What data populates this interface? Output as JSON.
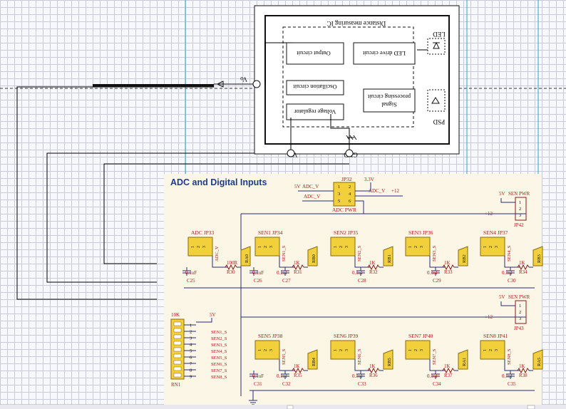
{
  "overlay_ic": {
    "title": "Distance measuring IC",
    "blocks": {
      "output": "Output circuit",
      "led_drive": "LED drive circuit",
      "oscillation": "Oscillation circuit",
      "voltage_reg": "Voltage regulator",
      "signal_proc_1": "Signal",
      "signal_proc_2": "processing circuit"
    },
    "pins": {
      "led": "LED",
      "psd": "PSD",
      "vo": "Vo",
      "vcc": "Vcc",
      "gnd": "GND"
    }
  },
  "schematic": {
    "title": "ADC and Digital Inputs",
    "colors": {
      "title": "#1f3a8a",
      "part": "#b4151a",
      "net": "#222266",
      "flag": "#f2d03b",
      "bg": "#fbf6e6"
    },
    "jp32": {
      "ref": "JP32",
      "label": "ADC PWR",
      "pins": [
        "1",
        "2",
        "3",
        "4",
        "5",
        "6"
      ],
      "net_5v": "5V",
      "net_adc_v1": "ADC_V",
      "net_adc_v2": "ADC_V",
      "net_33v": "3.3V",
      "net_adc_v3": "ADC_V",
      "net_12v": "+12"
    },
    "sen_pwr_top": {
      "title": "SEN PWR",
      "ref": "JP42",
      "pins": [
        "1",
        "2",
        "3"
      ],
      "net_5v": "5V",
      "net_12v": "+12"
    },
    "sen_pwr_bot": {
      "title": "SEN PWR",
      "ref": "JP43",
      "pins": [
        "1",
        "2",
        "3"
      ],
      "net_5v": "5V",
      "net_12v": "+12"
    },
    "row1": [
      {
        "label": "ADC JP33",
        "res": "100R",
        "res_ref": "R30",
        "flag": "RA0",
        "cap1": "0.1uF",
        "cap1_ref": "C25",
        "side_net": "ADC_V"
      },
      {
        "label": "SEN1 JP34",
        "res": "1K",
        "res_ref": "R31",
        "flag": "RB0",
        "cap1": "0.1uF",
        "cap1_ref": "C26",
        "cap2": "0.1uF",
        "cap2_ref": "C27",
        "side_net": "SEN1_S"
      },
      {
        "label": "SEN2 JP35",
        "res": "1K",
        "res_ref": "R32",
        "flag": "RB1",
        "cap2": "0.1uF",
        "cap2_ref": "C28",
        "side_net": "SEN2_S"
      },
      {
        "label": "SEN3 JP36",
        "res": "1K",
        "res_ref": "R33",
        "flag": "RB2",
        "cap2": "0.1uF",
        "cap2_ref": "C29",
        "side_net": "SEN3_S"
      },
      {
        "label": "SEN4 JP37",
        "res": "1K",
        "res_ref": "R34",
        "flag": "RB3",
        "cap2": "0.1uF",
        "cap2_ref": "C30",
        "side_net": "SEN4_S"
      }
    ],
    "row2": [
      {
        "label": "SEN5 JP38",
        "res": "1K",
        "res_ref": "R35",
        "flag": "RB4",
        "cap1": "0.1uF",
        "cap1_ref": "C31",
        "cap2": "0.1uF",
        "cap2_ref": "C32",
        "side_net": "SEN5_S"
      },
      {
        "label": "SEN6 JP39",
        "res": "1K",
        "res_ref": "R36",
        "flag": "RB5",
        "cap2": "0.1uF",
        "cap2_ref": "C33",
        "side_net": "SEN6_S"
      },
      {
        "label": "SEN7 JP40",
        "res": "1K",
        "res_ref": "R37",
        "flag": "RA1",
        "cap2": "0.1uF",
        "cap2_ref": "C34",
        "side_net": "SEN7_S"
      },
      {
        "label": "SEN8 JP41",
        "res": "1K",
        "res_ref": "R38",
        "flag": "RA5",
        "cap2": "0.1uF",
        "cap2_ref": "C35",
        "side_net": "SEN8_S"
      }
    ],
    "rn1": {
      "value": "10K",
      "ref": "RN1",
      "net_5v": "5V",
      "pins": [
        "1",
        "2",
        "3",
        "4",
        "5",
        "6",
        "7",
        "8",
        "9"
      ],
      "nets": [
        "",
        "SEN1_S",
        "SEN2_S",
        "SEN3_S",
        "SEN4_S",
        "SEN5_S",
        "SEN6_S",
        "SEN7_S",
        "SEN8_S"
      ]
    },
    "header_pins": [
      "1",
      "2",
      "3"
    ]
  }
}
